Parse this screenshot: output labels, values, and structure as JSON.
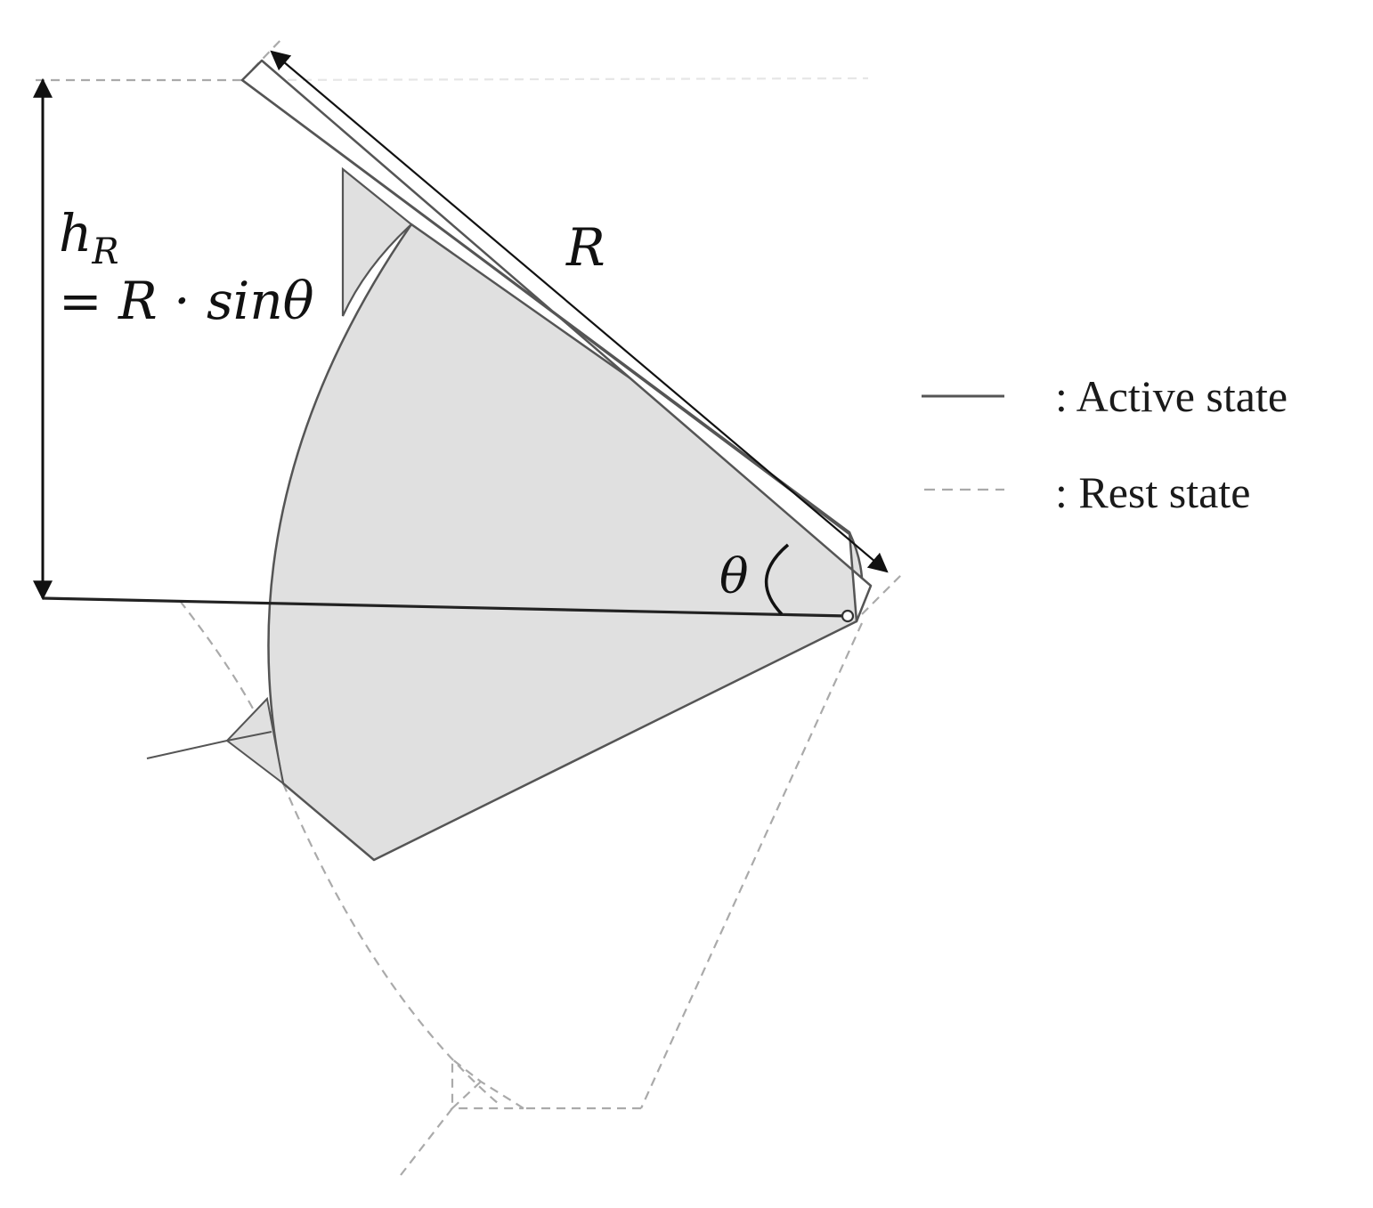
{
  "diagram": {
    "labels": {
      "height_var": "h",
      "height_sub": "R",
      "height_formula": "= R · sinθ",
      "radius": "R",
      "angle": "θ"
    },
    "legend": {
      "active": ": Active state",
      "rest": ": Rest state"
    },
    "colors": {
      "fill": "#e0e0e0",
      "active_stroke": "#555555",
      "rest_stroke": "#aaaaaa",
      "dimension": "#111111"
    }
  }
}
